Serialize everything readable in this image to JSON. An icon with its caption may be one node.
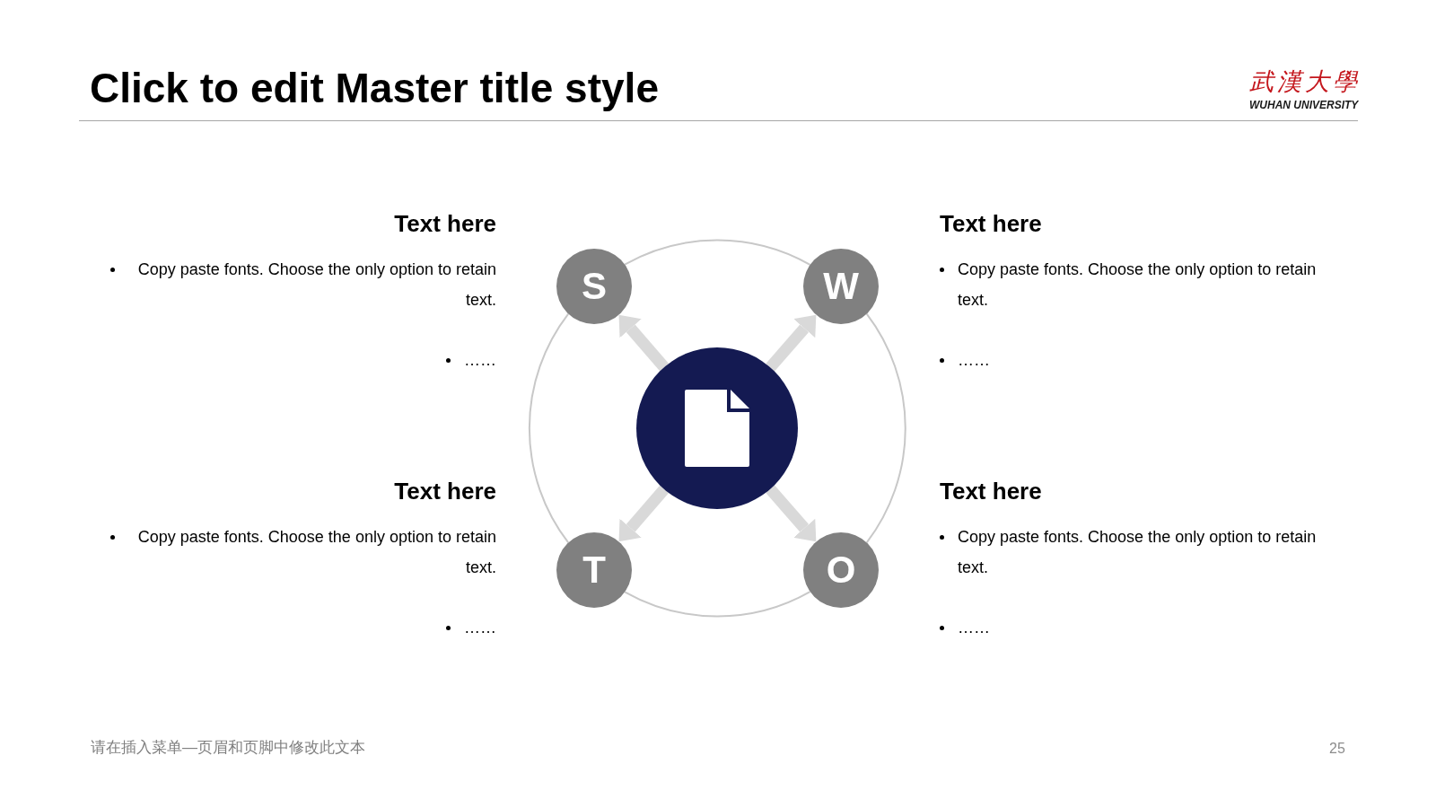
{
  "diagram": {
    "title": "Click to edit Master title style",
    "nodes": [
      {
        "text": [
          "S"
        ],
        "beside": [
          "Text here",
          "Copy paste fonts. Choose the only option to retain text.",
          "……"
        ]
      },
      {
        "text": [
          "W"
        ],
        "beside": [
          "Text here",
          "Copy paste fonts. Choose the only option to retain text.",
          "……"
        ]
      },
      {
        "text": [],
        "shape": "circle"
      },
      {
        "text": [
          "T"
        ],
        "beside": [
          "Text here",
          "Copy paste fonts. Choose the only option to retain text.",
          "……"
        ]
      },
      {
        "text": [
          "O"
        ],
        "beside": [
          "Text here",
          "Copy paste fonts. Choose the only option to retain text.",
          "……"
        ]
      }
    ],
    "edges": [
      {
        "from": 2,
        "to": 0,
        "arrow": "to",
        "style": "thick"
      },
      {
        "from": 2,
        "to": 1,
        "arrow": "to",
        "style": "thick"
      },
      {
        "from": 2,
        "to": 3,
        "arrow": "to",
        "style": "thick"
      },
      {
        "from": 2,
        "to": 4,
        "arrow": "to",
        "style": "thick"
      },
      {
        "from": 0,
        "to": 1,
        "arrow": "none"
      },
      {
        "from": 1,
        "to": 4,
        "arrow": "none"
      },
      {
        "from": 4,
        "to": 3,
        "arrow": "none"
      },
      {
        "from": 3,
        "to": 0,
        "arrow": "none"
      }
    ],
    "labels": [
      "武漢大學",
      "WUHAN UNIVERSITY",
      "请在插入菜单—页眉和页脚中修改此文本",
      "25"
    ]
  }
}
